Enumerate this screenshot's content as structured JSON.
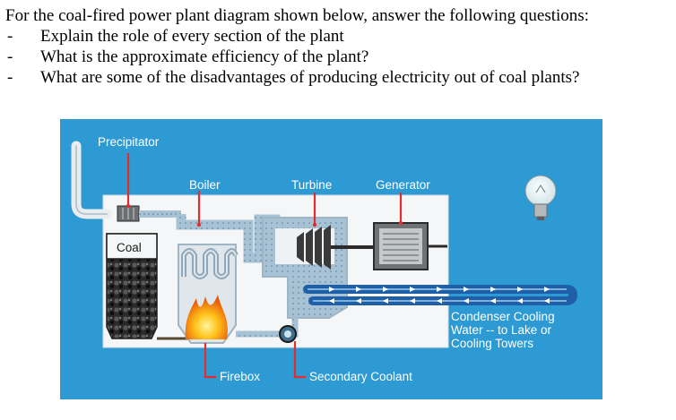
{
  "question": {
    "title": "For the coal-fired power plant diagram shown below, answer the following questions:",
    "items": [
      {
        "bullet": "-",
        "text": "Explain the role of every section of the plant"
      },
      {
        "bullet": "-",
        "text": "What is the approximate efficiency of the plant?"
      },
      {
        "bullet": "-",
        "text": "What are some of the disadvantages of producing electricity out of coal plants?"
      }
    ]
  },
  "diagram": {
    "labels": {
      "precipitator": "Precipitator",
      "boiler": "Boiler",
      "turbine": "Turbine",
      "generator": "Generator",
      "coal": "Coal",
      "firebox": "Firebox",
      "secondary_coolant": "Secondary Coolant",
      "condenser_line1": "Condenser Cooling",
      "condenser_line2": "Water -- to Lake or",
      "condenser_line3": "Cooling Towers"
    },
    "colors": {
      "background": "#2d9ad3",
      "plant_box": "#f4f6f7",
      "steam": "#a6c2d4",
      "pointer": "#e02e2e",
      "coal": "#1e1e1e",
      "cooling_pipe": "#1f5fa8"
    },
    "icons": [
      "light-bulb-icon",
      "pump-icon",
      "flame-icon",
      "arrow-icon"
    ]
  }
}
